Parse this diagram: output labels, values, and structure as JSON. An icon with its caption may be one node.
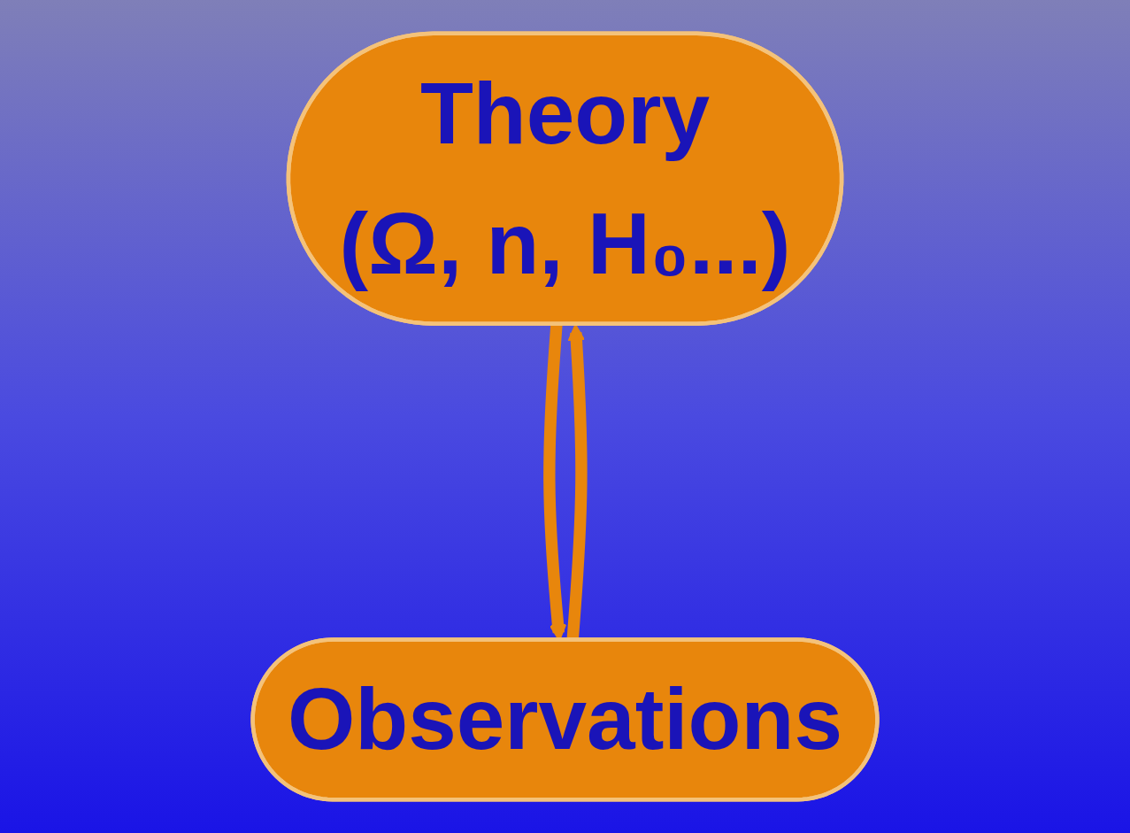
{
  "diagram": {
    "nodes": [
      {
        "text": [
          "Theory",
          "(Ω, n, H₀...)"
        ]
      },
      {
        "text": [
          "Observations"
        ]
      }
    ],
    "edges": [
      {
        "from": 1,
        "to": 0,
        "arrow": "to"
      },
      {
        "from": 0,
        "to": 1,
        "arrow": "to"
      }
    ]
  }
}
